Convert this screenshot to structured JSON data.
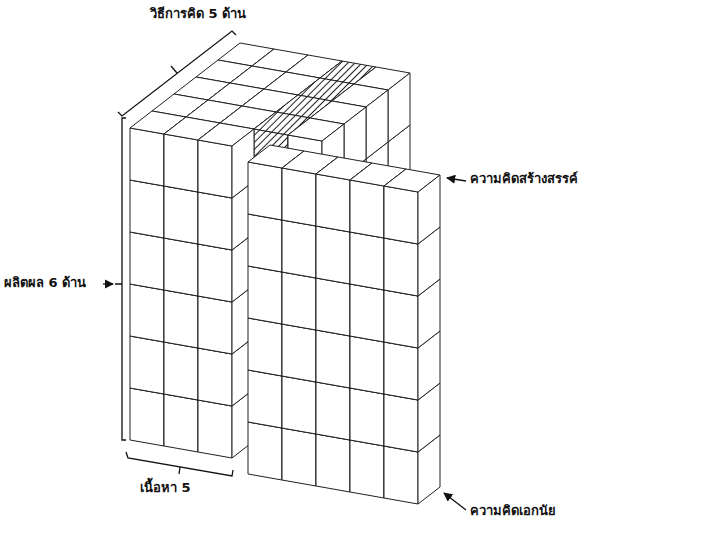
{
  "diagram": {
    "labels": [
      "วิธีการคิด 5 ด้าน",
      "ผลิตผล 6 ด้าน",
      "เนื้อหา 5",
      "ความคิดสร้างสรรค์",
      "ความคิดเอกนัย"
    ]
  }
}
